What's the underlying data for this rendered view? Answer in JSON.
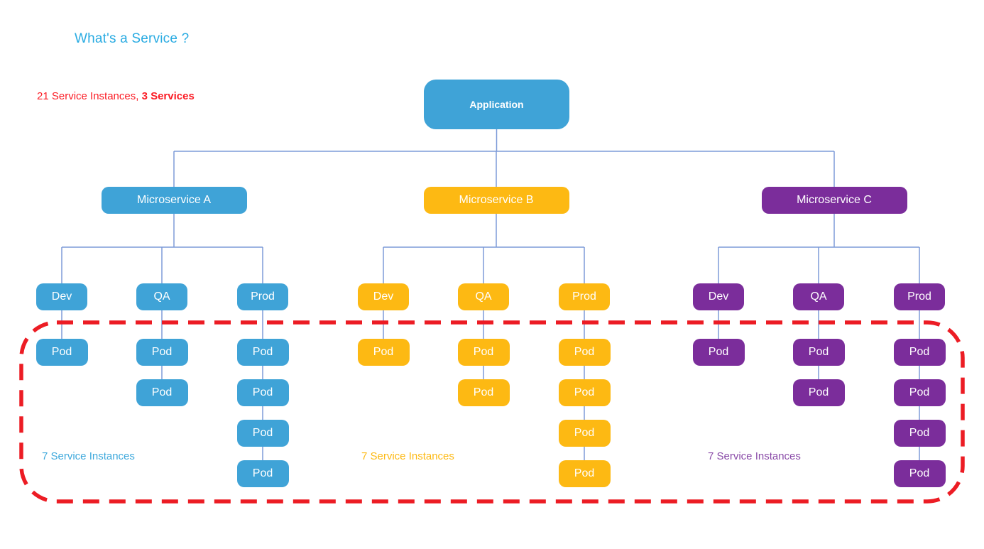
{
  "page": {
    "title": "What's a Service ?"
  },
  "summary": {
    "prefix": "21 Service Instances, ",
    "bold": "3 Services"
  },
  "colors": {
    "title_text": "#29ABE2",
    "summary_text": "#FB1C25",
    "red_dash": "#EC1C24",
    "connector": "#7D9BD8",
    "blue": "#3FA3D7",
    "yellow": "#FDB913",
    "purple": "#7B2D9B"
  },
  "diagram": {
    "root": {
      "label": "Application",
      "color": "#3FA3D7"
    },
    "groups": [
      {
        "label": "Microservice A",
        "color": "#3FA3D7",
        "footer": "7 Service Instances",
        "footer_color": "#3FA9DC",
        "envs": [
          {
            "label": "Dev",
            "pod_label": "Pod",
            "pod_count": 1
          },
          {
            "label": "QA",
            "pod_label": "Pod",
            "pod_count": 2
          },
          {
            "label": "Prod",
            "pod_label": "Pod",
            "pod_count": 4
          }
        ]
      },
      {
        "label": "Microservice B",
        "color": "#FDB913",
        "footer": "7 Service Instances",
        "footer_color": "#FDB913",
        "envs": [
          {
            "label": "Dev",
            "pod_label": "Pod",
            "pod_count": 1
          },
          {
            "label": "QA",
            "pod_label": "Pod",
            "pod_count": 2
          },
          {
            "label": "Prod",
            "pod_label": "Pod",
            "pod_count": 4
          }
        ]
      },
      {
        "label": "Microservice C",
        "color": "#7B2D9B",
        "footer": "7 Service Instances",
        "footer_color": "#8A4BA8",
        "envs": [
          {
            "label": "Dev",
            "pod_label": "Pod",
            "pod_count": 1
          },
          {
            "label": "QA",
            "pod_label": "Pod",
            "pod_count": 2
          },
          {
            "label": "Prod",
            "pod_label": "Pod",
            "pod_count": 4
          }
        ]
      }
    ]
  }
}
